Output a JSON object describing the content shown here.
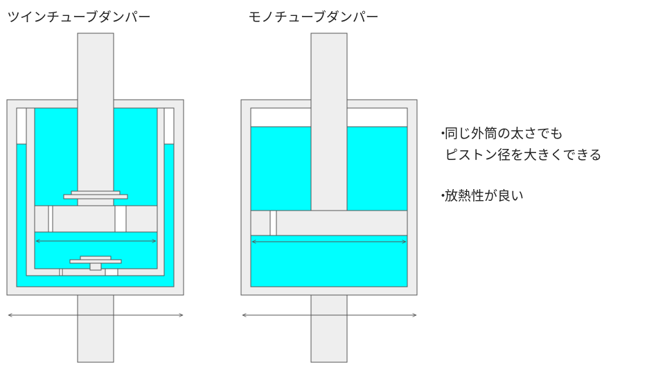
{
  "titles": {
    "twin_tube": "ツインチューブダンパー",
    "mono_tube": "モノチューブダンパー"
  },
  "bullets": [
    {
      "marker": "・",
      "lines": [
        "同じ外筒の太さでも",
        "ピストン径を大きくできる"
      ]
    },
    {
      "marker": "・",
      "lines": [
        "放熱性が良い"
      ]
    }
  ],
  "colors": {
    "body_gray": "#eeeeee",
    "outline": "#555555",
    "oil": "#00ffff",
    "gas_space": "#ffffff",
    "arrow": "#555555"
  }
}
